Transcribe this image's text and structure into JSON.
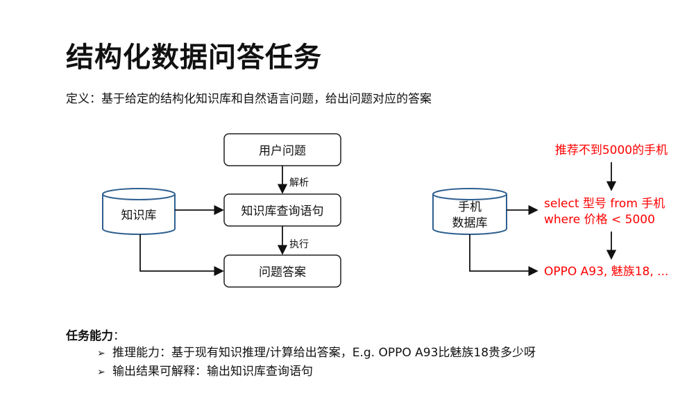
{
  "title": "结构化数据问答任务",
  "definition": "定义：基于给定的结构化知识库和自然语言问题，给出问题对应的答案",
  "left_diagram": {
    "kb_label": "知识库",
    "user_question": "用户问题",
    "kb_query": "知识库查询语句",
    "answer": "问题答案",
    "parse_label": "解析",
    "execute_label": "执行"
  },
  "right_diagram": {
    "db_label_line1": "手机",
    "db_label_line2": "数据库",
    "question": "推荐不到5000的手机",
    "query_line1": "select 型号 from 手机",
    "query_line2": "where 价格 < 5000",
    "answer": "OPPO A93, 魅族18, ...",
    "highlight_color": "#ff0000"
  },
  "capabilities": {
    "heading": "任务能力",
    "heading_suffix": "：",
    "bullet": "➢",
    "items": [
      "推理能力：基于现有知识推理/计算给出答案，E.g. OPPO A93比魅族18贵多少呀",
      "输出结果可解释：输出知识库查询语句"
    ]
  },
  "colors": {
    "box_border": "#1f1f1f",
    "cylinder_border": "#2e5f8f",
    "arrow": "#111111",
    "highlight": "#ff0000"
  }
}
